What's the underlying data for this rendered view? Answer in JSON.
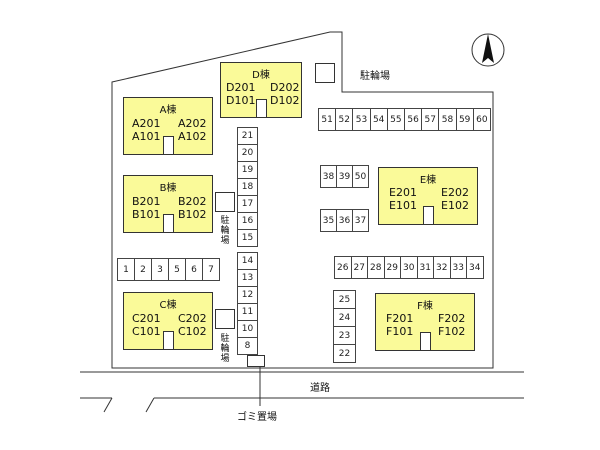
{
  "buildings": [
    {
      "name": "A棟",
      "units": [
        "A201",
        "A202",
        "A101",
        "A102"
      ]
    },
    {
      "name": "B棟",
      "units": [
        "B201",
        "B202",
        "B101",
        "B102"
      ]
    },
    {
      "name": "C棟",
      "units": [
        "C201",
        "C202",
        "C101",
        "C102"
      ]
    },
    {
      "name": "D棟",
      "units": [
        "D201",
        "D202",
        "D101",
        "D102"
      ]
    },
    {
      "name": "E棟",
      "units": [
        "E201",
        "E202",
        "E101",
        "E102"
      ]
    },
    {
      "name": "F棟",
      "units": [
        "F201",
        "F202",
        "F101",
        "F102"
      ]
    }
  ],
  "parking_stalls": {
    "top_row": [
      "51",
      "52",
      "53",
      "54",
      "55",
      "56",
      "57",
      "58",
      "59",
      "60"
    ],
    "center_column_upper": [
      "21",
      "20",
      "19",
      "18",
      "17",
      "16",
      "15"
    ],
    "center_column_lower": [
      "14",
      "13",
      "12",
      "11",
      "10",
      "8"
    ],
    "left_row": [
      "1",
      "2",
      "3",
      "5",
      "6",
      "7"
    ],
    "e_block_top": [
      "38",
      "39",
      "50"
    ],
    "e_block_bottom": [
      "35",
      "36",
      "37"
    ],
    "mid_row": [
      "26",
      "27",
      "28",
      "29",
      "30",
      "31",
      "32",
      "33",
      "34"
    ],
    "f_side_column": [
      "25",
      "24",
      "23",
      "22"
    ]
  },
  "labels": {
    "bike_parking_top": "駐輪場",
    "bike_parking_mid": "駐輪場",
    "bike_parking_low": "駐輪場",
    "road": "道路",
    "garbage": "ゴミ置場"
  },
  "compass": {
    "icon": "north-arrow-icon"
  }
}
